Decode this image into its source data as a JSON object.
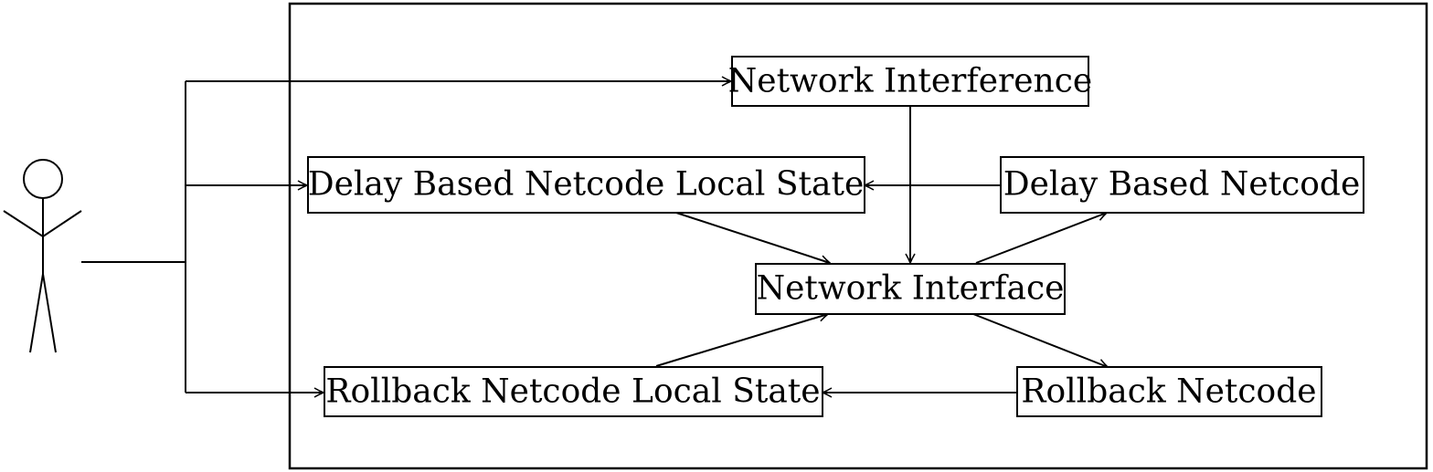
{
  "diagram": {
    "nodes": {
      "network_interference": "Network Interference",
      "delay_local_state": "Delay Based Netcode Local State",
      "delay_netcode": "Delay Based Netcode",
      "network_interface": "Network Interface",
      "rollback_local_state": "Rollback Netcode Local State",
      "rollback_netcode": "Rollback Netcode"
    },
    "actor": {
      "icon": "stick-figure-actor-icon",
      "label": ""
    },
    "edges": [
      {
        "from": "actor",
        "to": "network_interference"
      },
      {
        "from": "actor",
        "to": "delay_local_state"
      },
      {
        "from": "actor",
        "to": "rollback_local_state"
      },
      {
        "from": "network_interference",
        "to": "network_interface"
      },
      {
        "from": "delay_netcode",
        "to": "delay_local_state"
      },
      {
        "from": "delay_local_state",
        "to": "network_interface"
      },
      {
        "from": "network_interface",
        "to": "delay_netcode"
      },
      {
        "from": "rollback_local_state",
        "to": "network_interface"
      },
      {
        "from": "network_interface",
        "to": "rollback_netcode"
      },
      {
        "from": "rollback_netcode",
        "to": "rollback_local_state"
      }
    ]
  }
}
